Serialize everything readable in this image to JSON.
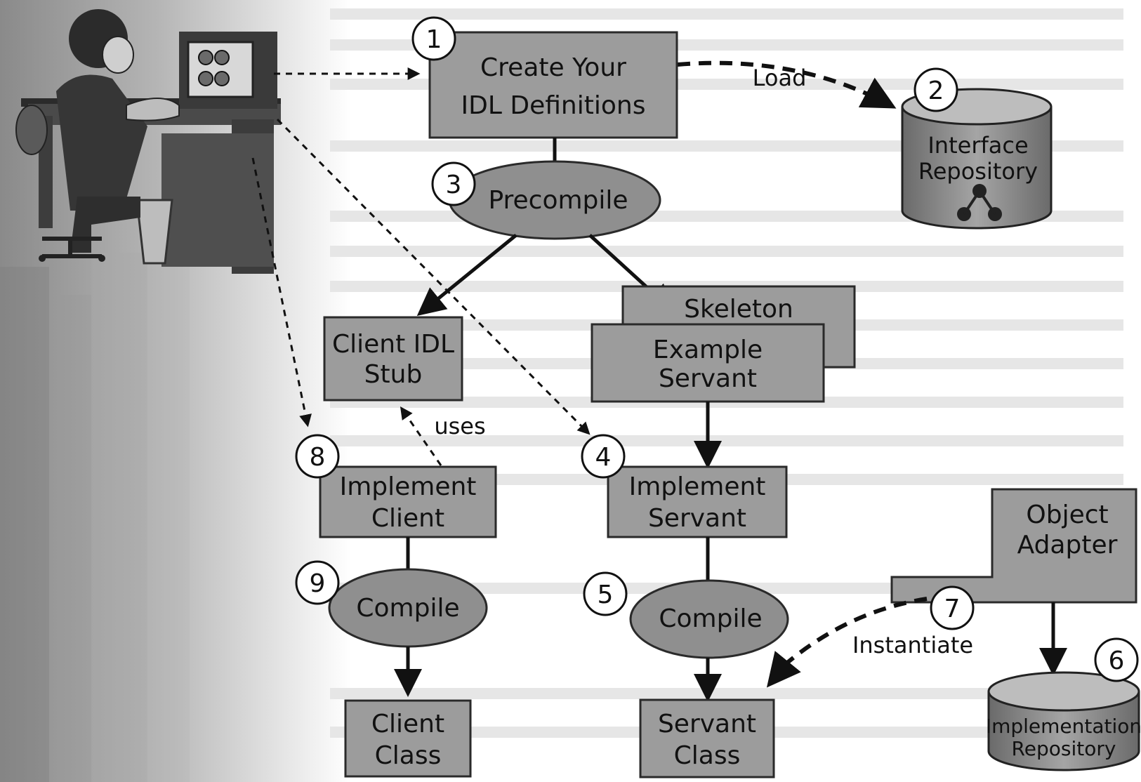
{
  "nodes": {
    "create_idl": {
      "number": "1",
      "lines": [
        "Create Your",
        "IDL Definitions"
      ]
    },
    "interface_repo": {
      "number": "2",
      "lines": [
        "Interface",
        "Repository"
      ]
    },
    "precompile": {
      "number": "3",
      "lines": [
        "Precompile"
      ]
    },
    "skeleton": {
      "lines": [
        "Skeleton"
      ]
    },
    "example_servant": {
      "lines": [
        "Example",
        "Servant"
      ]
    },
    "client_stub": {
      "lines": [
        "Client IDL",
        "Stub"
      ]
    },
    "implement_client": {
      "number": "8",
      "lines": [
        "Implement",
        "Client"
      ]
    },
    "implement_servant": {
      "number": "4",
      "lines": [
        "Implement",
        "Servant"
      ]
    },
    "object_adapter": {
      "lines": [
        "Object",
        "Adapter"
      ]
    },
    "compile_client": {
      "number": "9",
      "lines": [
        "Compile"
      ]
    },
    "compile_servant": {
      "number": "5",
      "lines": [
        "Compile"
      ]
    },
    "implementation_repo": {
      "number": "6",
      "lines": [
        "Implementation",
        "Repository"
      ]
    },
    "client_class": {
      "lines": [
        "Client",
        "Class"
      ]
    },
    "servant_class": {
      "lines": [
        "Servant",
        "Class"
      ]
    },
    "instantiate_step": {
      "number": "7"
    }
  },
  "edge_labels": {
    "load": "Load",
    "uses": "uses",
    "instantiate": "Instantiate"
  }
}
